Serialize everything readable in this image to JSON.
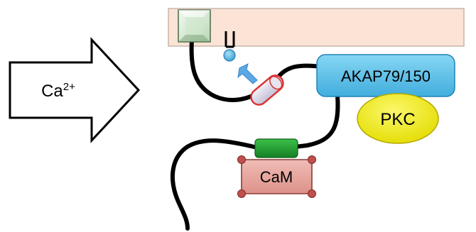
{
  "stimulus": {
    "label_base": "Ca",
    "label_charge": "2+"
  },
  "scaffold": {
    "label": "AKAP79/150"
  },
  "kinase": {
    "label": "PKC"
  },
  "calmodulin": {
    "label": "CaM"
  },
  "colors": {
    "membrane_fill": "#fbe3d6",
    "membrane_stroke": "#c8b6aa",
    "akap_fill": "#5ec2ea",
    "akap_stroke": "#1f84b6",
    "pkc_fill": "#f2ee00",
    "pkc_stroke": "#b4a800",
    "cam_fill": "#e8a7a0",
    "cam_stroke": "#8c3b36",
    "cam_corner": "#c0504d",
    "green_block": "#1e9a2e",
    "channel_fill": "#dfeedd",
    "arrow_fill": "#5aa8e6",
    "ligand_fill": "#5db8e6",
    "cylinder_stroke": "#d9322f",
    "strand": "#000000"
  }
}
